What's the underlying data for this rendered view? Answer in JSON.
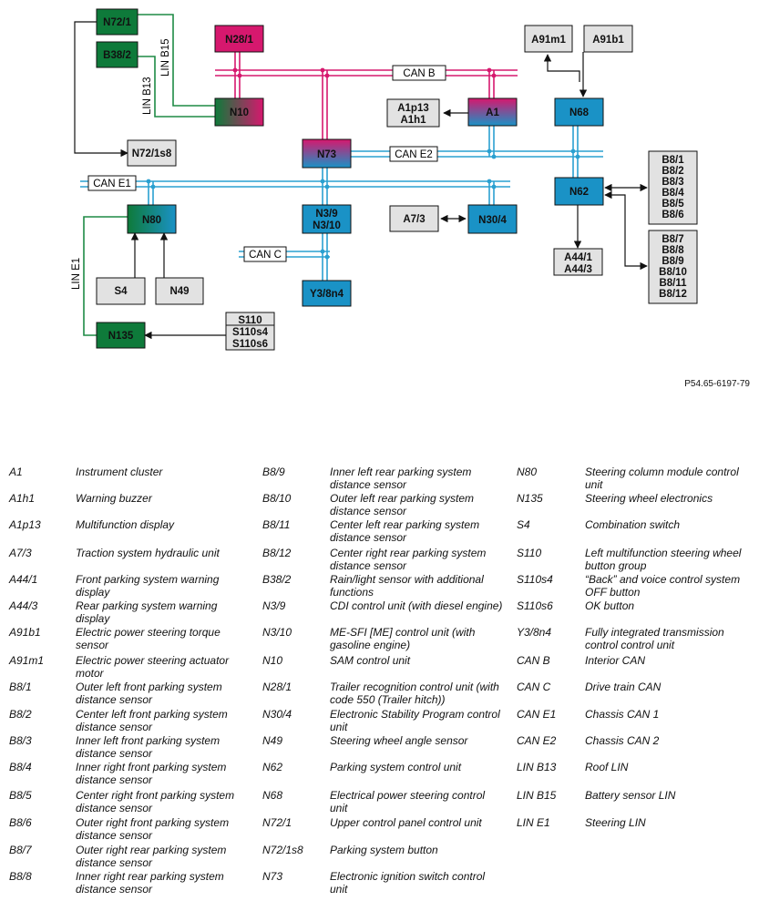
{
  "colors": {
    "green": "#0e7a3a",
    "magenta": "#d6186e",
    "blue": "#1a92c6",
    "gray": "#e2e2e2",
    "can_b": "#d6186e",
    "can_blue": "#2aa0d0"
  },
  "reference": "P54.65-6197-79",
  "buses": {
    "can_b": "CAN B",
    "can_e2": "CAN E2",
    "can_e1": "CAN E1",
    "can_c": "CAN C",
    "lin_b15": "LIN B15",
    "lin_b13": "LIN B13",
    "lin_e1": "LIN E1"
  },
  "nodes": {
    "n72_1": "N72/1",
    "b38_2": "B38/2",
    "n28_1": "N28/1",
    "n10": "N10",
    "n72_1s8": "N72/1s8",
    "n73": "N73",
    "a1p13": "A1p13",
    "a1h1": "A1h1",
    "a1": "A1",
    "a91m1": "A91m1",
    "a91b1": "A91b1",
    "n68": "N68",
    "n62": "N62",
    "n80": "N80",
    "n3_9": "N3/9",
    "n3_10": "N3/10",
    "a7_3": "A7/3",
    "n30_4": "N30/4",
    "s4": "S4",
    "n49": "N49",
    "y3_8n4": "Y3/8n4",
    "n135": "N135",
    "s110": "S110",
    "s110s4": "S110s4",
    "s110s6": "S110s6",
    "a44_1": "A44/1",
    "a44_3": "A44/3",
    "b8_1": "B8/1",
    "b8_2": "B8/2",
    "b8_3": "B8/3",
    "b8_4": "B8/4",
    "b8_5": "B8/5",
    "b8_6": "B8/6",
    "b8_7": "B8/7",
    "b8_8": "B8/8",
    "b8_9": "B8/9",
    "b8_10": "B8/10",
    "b8_11": "B8/11",
    "b8_12": "B8/12"
  },
  "legend": {
    "col1": [
      {
        "code": "A1",
        "desc": "Instrument cluster"
      },
      {
        "code": "A1h1",
        "desc": "Warning buzzer"
      },
      {
        "code": "A1p13",
        "desc": "Multifunction display"
      },
      {
        "code": "A7/3",
        "desc": "Traction system hydraulic unit"
      },
      {
        "code": "A44/1",
        "desc": "Front parking system warning display"
      },
      {
        "code": "A44/3",
        "desc": "Rear parking system warning display"
      },
      {
        "code": "A91b1",
        "desc": "Electric power steering torque sensor"
      },
      {
        "code": "A91m1",
        "desc": "Electric power steering actuator motor"
      },
      {
        "code": "B8/1",
        "desc": "Outer left front parking system distance sensor"
      },
      {
        "code": "B8/2",
        "desc": "Center left front parking system distance sensor"
      },
      {
        "code": "B8/3",
        "desc": "Inner left front parking system distance sensor"
      },
      {
        "code": "B8/4",
        "desc": "Inner right front parking system distance sensor"
      },
      {
        "code": "B8/5",
        "desc": "Center right front parking system distance sensor"
      },
      {
        "code": "B8/6",
        "desc": "Outer right front parking system distance sensor"
      },
      {
        "code": "B8/7",
        "desc": "Outer right rear parking system distance sensor"
      },
      {
        "code": "B8/8",
        "desc": "Inner right rear parking system distance sensor"
      }
    ],
    "col2": [
      {
        "code": "B8/9",
        "desc": "Inner left rear parking system distance sensor"
      },
      {
        "code": "B8/10",
        "desc": "Outer left rear parking system distance sensor"
      },
      {
        "code": "B8/11",
        "desc": "Center left rear parking system distance sensor"
      },
      {
        "code": "B8/12",
        "desc": "Center right rear parking system distance sensor"
      },
      {
        "code": "B38/2",
        "desc": "Rain/light sensor with additional functions"
      },
      {
        "code": "N3/9",
        "desc": "CDI control unit (with diesel engine)"
      },
      {
        "code": "N3/10",
        "desc": "ME-SFI [ME] control unit (with gasoline engine)"
      },
      {
        "code": "N10",
        "desc": "SAM control unit"
      },
      {
        "code": "N28/1",
        "desc": "Trailer recognition control unit (with code 550 (Trailer hitch))"
      },
      {
        "code": "N30/4",
        "desc": "Electronic Stability Program control unit"
      },
      {
        "code": "N49",
        "desc": "Steering wheel angle sensor"
      },
      {
        "code": "N62",
        "desc": "Parking system control unit"
      },
      {
        "code": "N68",
        "desc": "Electrical power steering control unit"
      },
      {
        "code": "N72/1",
        "desc": "Upper control panel control unit"
      },
      {
        "code": "N72/1s8",
        "desc": "Parking system button"
      },
      {
        "code": "N73",
        "desc": "Electronic ignition switch control unit"
      }
    ],
    "col3": [
      {
        "code": "N80",
        "desc": "Steering column module control unit"
      },
      {
        "code": "N135",
        "desc": "Steering wheel electronics"
      },
      {
        "code": "S4",
        "desc": "Combination switch"
      },
      {
        "code": "S110",
        "desc": "Left multifunction steering wheel button group"
      },
      {
        "code": "S110s4",
        "desc": "“Back” and voice control system OFF button"
      },
      {
        "code": "S110s6",
        "desc": "OK button"
      },
      {
        "code": "Y3/8n4",
        "desc": "Fully integrated transmission control control unit"
      },
      {
        "code": "CAN B",
        "desc": "Interior CAN"
      },
      {
        "code": "CAN C",
        "desc": "Drive train CAN"
      },
      {
        "code": "CAN E1",
        "desc": "Chassis CAN 1"
      },
      {
        "code": "CAN E2",
        "desc": "Chassis CAN 2"
      },
      {
        "code": "LIN B13",
        "desc": "Roof LIN"
      },
      {
        "code": "LIN B15",
        "desc": "Battery sensor LIN"
      },
      {
        "code": "LIN E1",
        "desc": "Steering LIN"
      }
    ]
  }
}
